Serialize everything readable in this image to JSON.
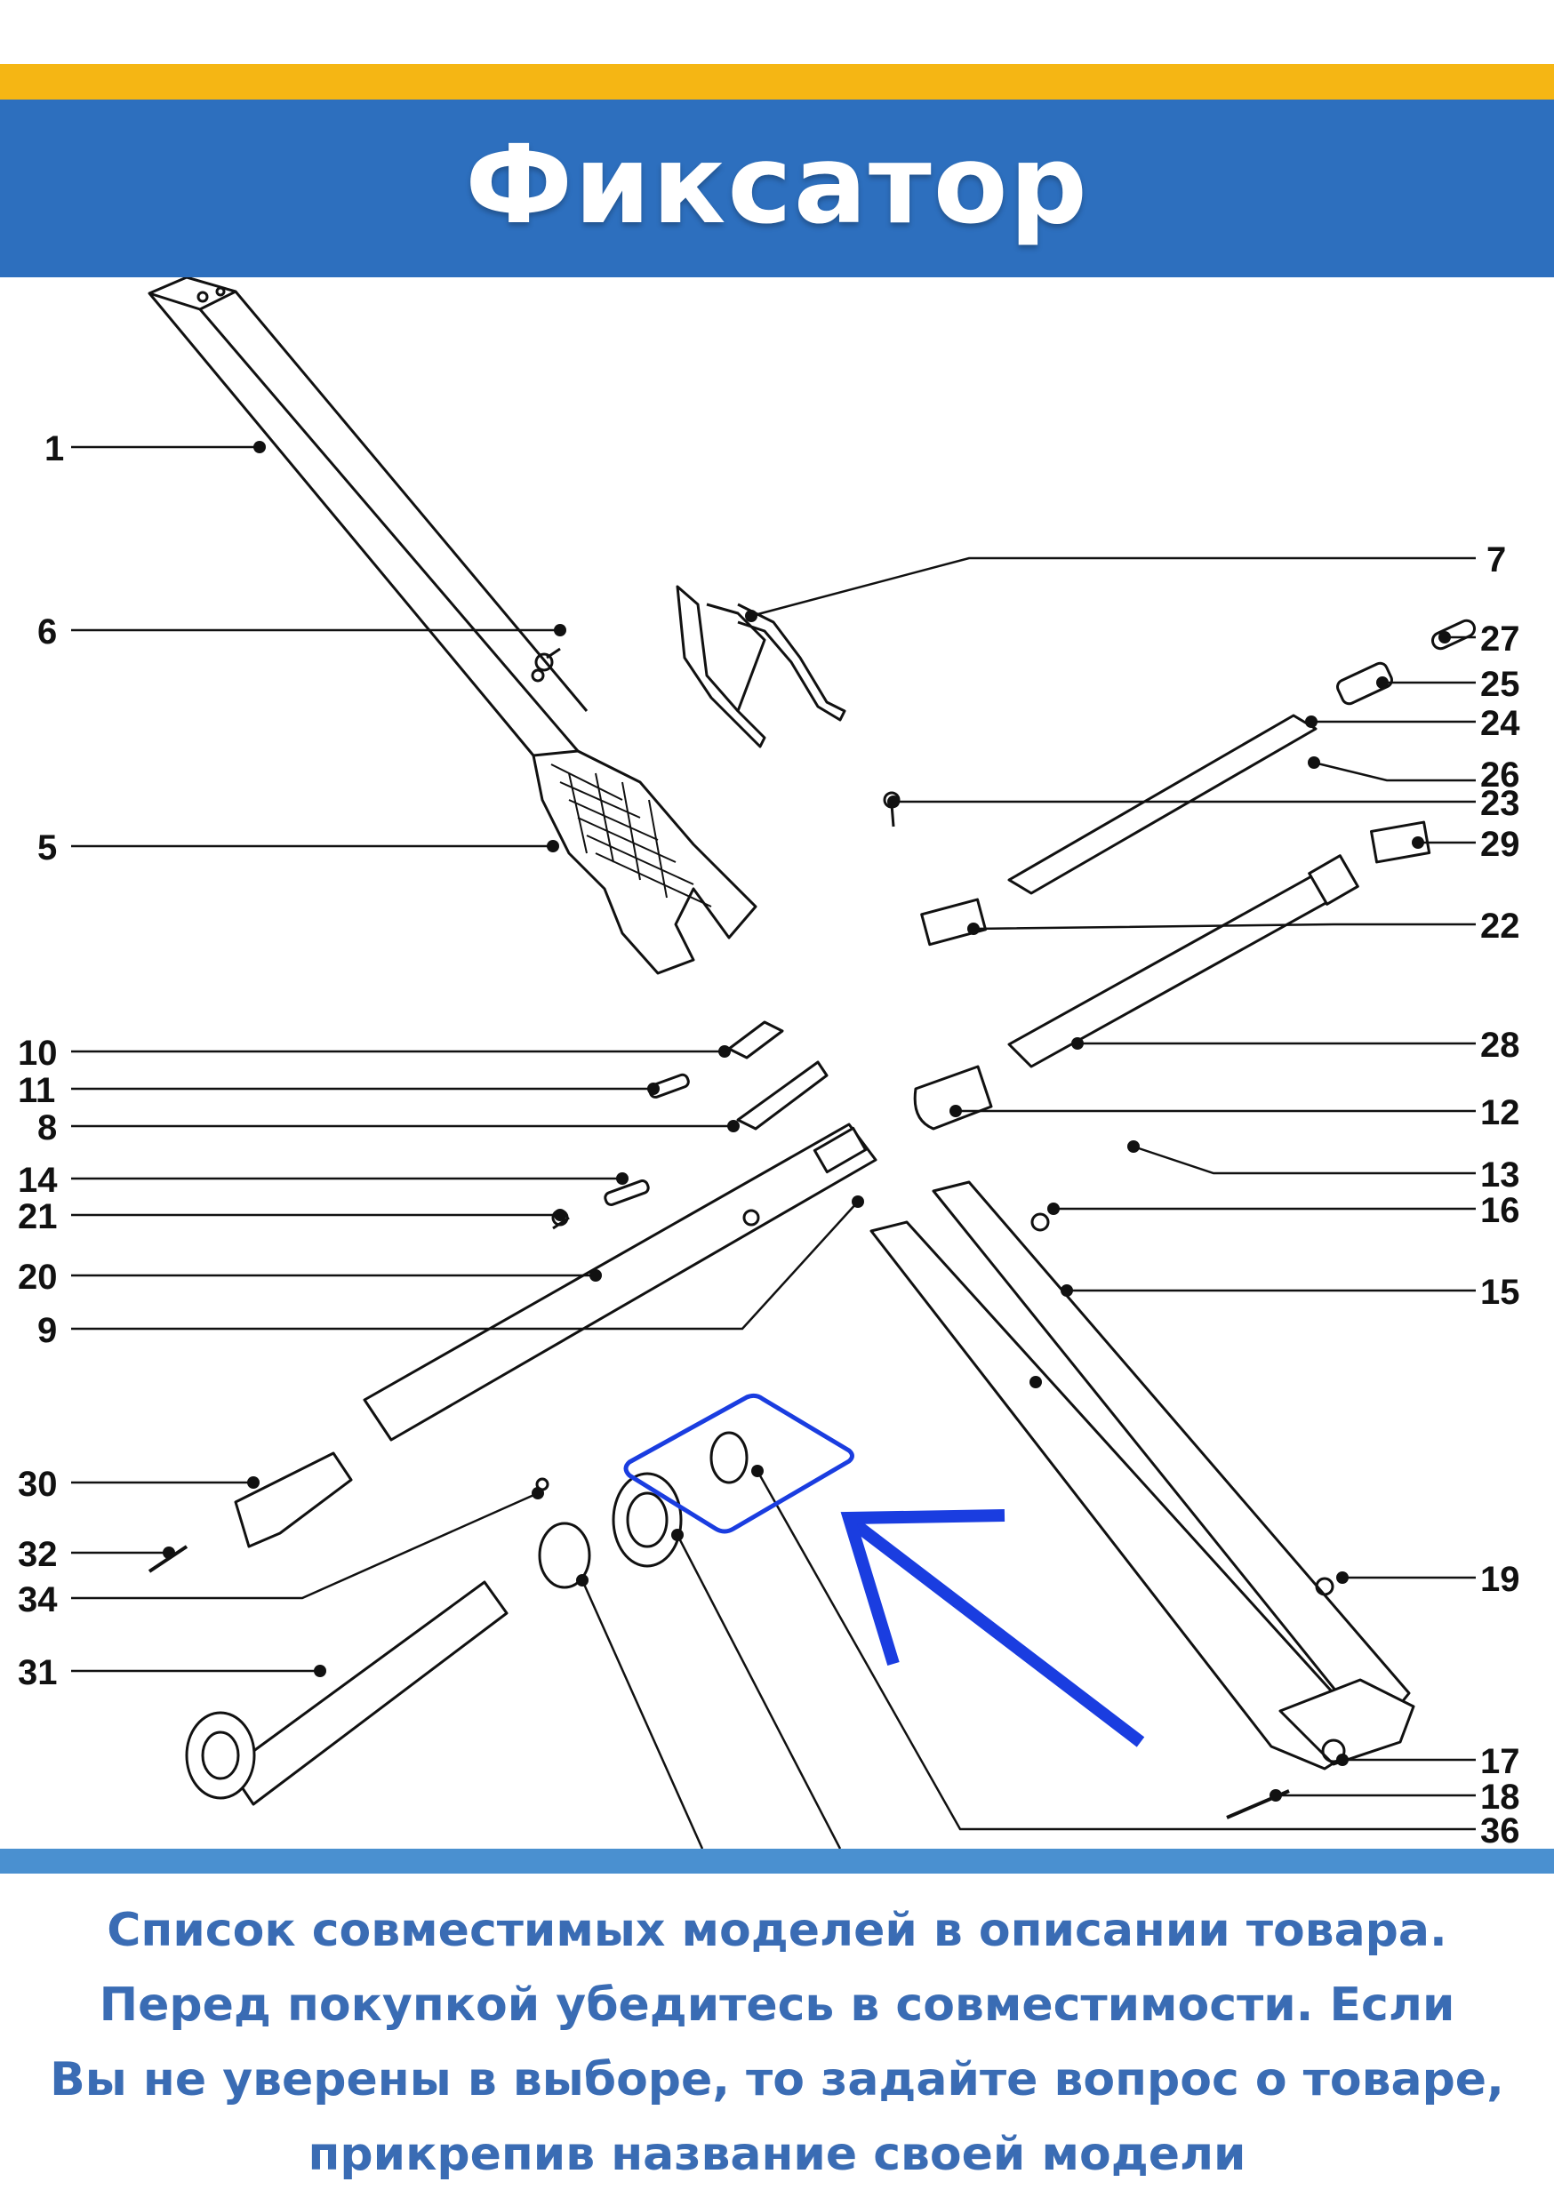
{
  "header": {
    "title": "Фиксатор"
  },
  "diagram": {
    "labels": [
      "1",
      "6",
      "5",
      "10",
      "11",
      "8",
      "14",
      "21",
      "20",
      "9",
      "30",
      "32",
      "34",
      "31",
      "7",
      "27",
      "25",
      "24",
      "26",
      "23",
      "29",
      "22",
      "28",
      "12",
      "13",
      "16",
      "15",
      "19",
      "17",
      "18",
      "36"
    ],
    "highlight_color": "#1a3de0"
  },
  "footer": {
    "lines": [
      "Список совместимых моделей в описании товара.",
      "Перед покупкой убедитесь в совместимости. Если",
      "Вы не уверены в выборе, то задайте вопрос о товаре,",
      "прикрепив название своей модели"
    ]
  },
  "colors": {
    "header_blue": "#2d6fbe",
    "header_yellow": "#f5b614",
    "footer_text": "#3a6cb4"
  }
}
